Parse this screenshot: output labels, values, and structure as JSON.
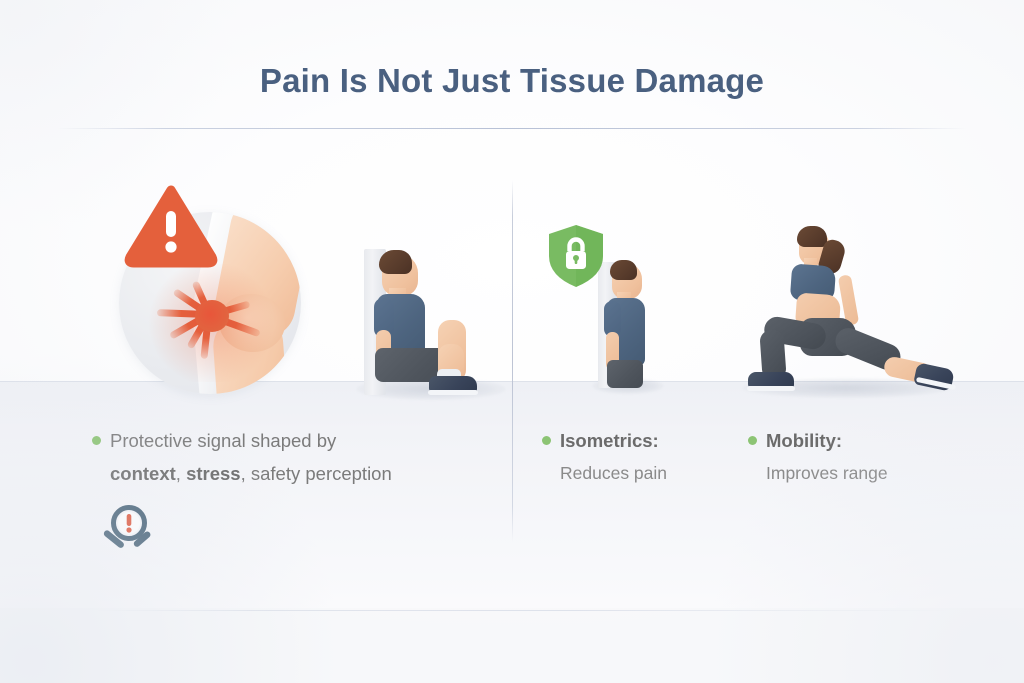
{
  "header": {
    "title": "Pain Is Not Just Tissue Damage"
  },
  "colors": {
    "title": "#4a6080",
    "bullet_green": "#8cc474",
    "warning_orange": "#e4603c",
    "shield_green": "#72b85c",
    "body_text": "#7b7b7b",
    "background": "#fafbfc"
  },
  "left_panel": {
    "name": "pain-concept-panel",
    "illustration": {
      "knee_alt": "knee-joint-pain-illustration",
      "figure_alt": "man-doing-wall-sit",
      "warning_icon": "warning-triangle-icon"
    },
    "caption": {
      "line1": "Protective signal shaped by",
      "line2_part1": "context",
      "line2_sep1": ", ",
      "line2_part2": "stress",
      "line2_part3": ", safety perception"
    },
    "footer_icon": "magnifier-alert-icon"
  },
  "right_panel": {
    "name": "exercise-benefits-panel",
    "illustration": {
      "figure1_alt": "man-standing-against-wall",
      "figure2_alt": "woman-doing-lunge-stretch",
      "shield_icon": "shield-lock-icon"
    },
    "items": [
      {
        "name": "isometrics",
        "heading": "Isometrics:",
        "detail": "Reduces pain"
      },
      {
        "name": "mobility",
        "heading": "Mobility:",
        "detail": "Improves range"
      }
    ]
  }
}
